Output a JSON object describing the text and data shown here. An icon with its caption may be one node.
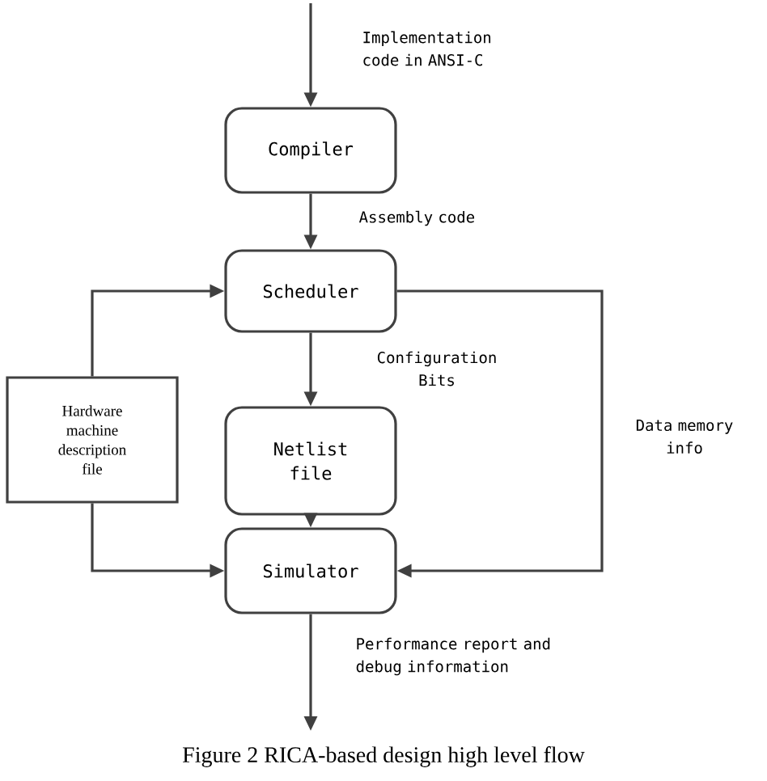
{
  "diagram": {
    "caption": "Figure 2 RICA-based design high level flow",
    "nodes": [
      {
        "text": [
          "Compiler"
        ]
      },
      {
        "text": [
          "Scheduler"
        ]
      },
      {
        "text": [
          "Hardware machine description file"
        ]
      },
      {
        "text": [
          "Netlist file"
        ]
      },
      {
        "text": [
          "Simulator"
        ]
      }
    ],
    "edges": [
      {
        "from": null,
        "to": 0,
        "arrow": "to",
        "label": "Implementation code in ANSI-C"
      },
      {
        "from": 0,
        "to": 1,
        "arrow": "to",
        "label": "Assembly code"
      },
      {
        "from": 2,
        "to": 1,
        "arrow": "to"
      },
      {
        "from": 1,
        "to": 3,
        "arrow": "to",
        "label": "Configuration Bits"
      },
      {
        "from": 2,
        "to": 4,
        "arrow": "to"
      },
      {
        "from": 3,
        "to": 4,
        "arrow": "to"
      },
      {
        "from": 1,
        "to": 4,
        "arrow": "to",
        "label": "Data memory info"
      },
      {
        "from": 4,
        "to": null,
        "arrow": "to",
        "label": "Performance report and debug information"
      }
    ]
  }
}
